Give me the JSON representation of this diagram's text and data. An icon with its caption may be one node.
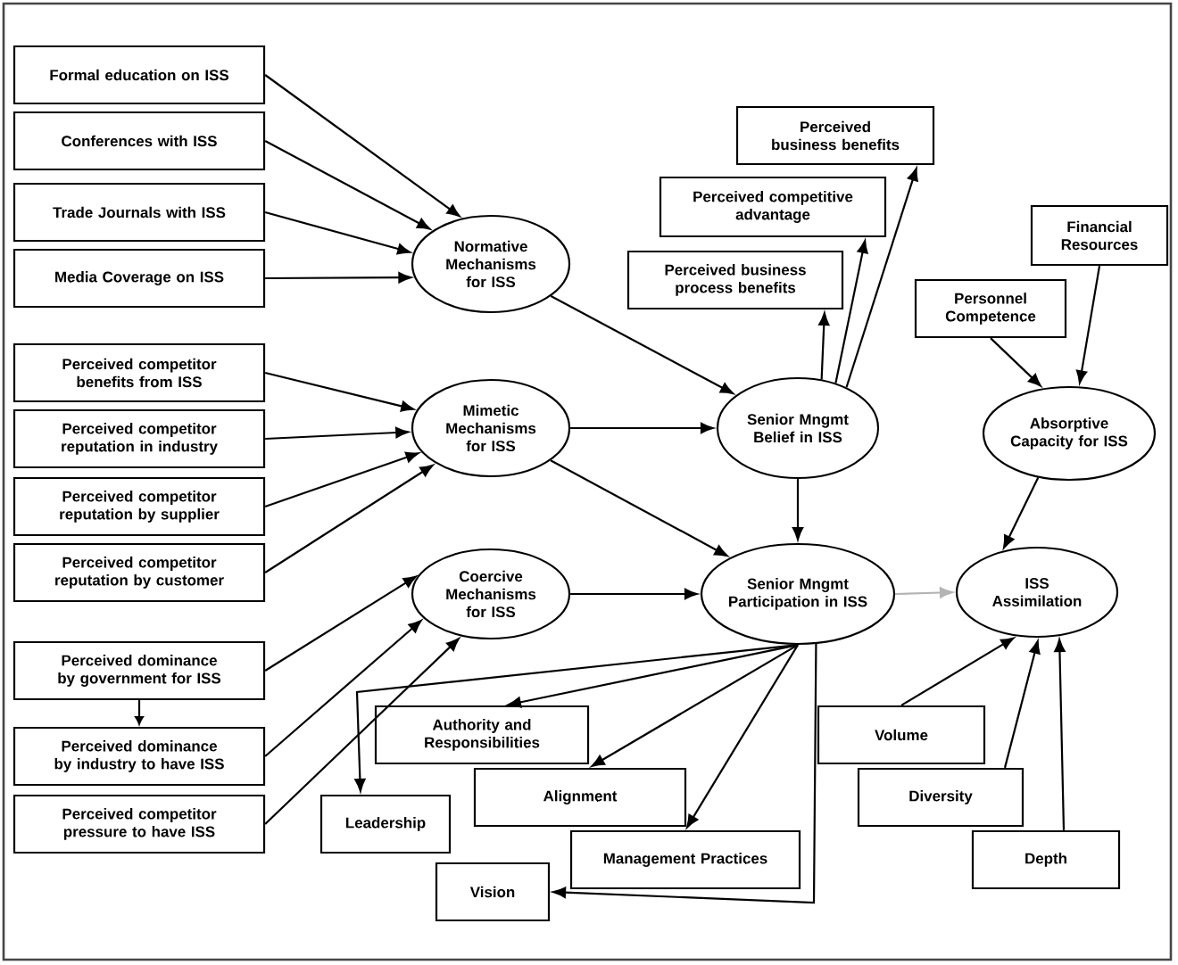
{
  "diagram": {
    "nodes": [
      {
        "text": [
          "Formal education on ISS"
        ]
      },
      {
        "text": [
          "Conferences with ISS"
        ]
      },
      {
        "text": [
          "Trade Journals with ISS"
        ]
      },
      {
        "text": [
          "Media Coverage on ISS"
        ]
      },
      {
        "text": [
          "Normative Mechanisms for ISS"
        ]
      },
      {
        "text": [
          "Perceived competitor benefits from ISS"
        ]
      },
      {
        "text": [
          "Perceived competitor reputation in industry"
        ]
      },
      {
        "text": [
          "Perceived competitor reputation by supplier"
        ]
      },
      {
        "text": [
          "Perceived competitor reputation by customer"
        ]
      },
      {
        "text": [
          "Mimetic Mechanisms for ISS"
        ]
      },
      {
        "text": [
          "Perceived dominance by government for ISS"
        ]
      },
      {
        "text": [
          "Perceived dominance by industry to have ISS"
        ]
      },
      {
        "text": [
          "Perceived competitor pressure to have ISS"
        ]
      },
      {
        "text": [
          "Coercive Mechanisms for ISS"
        ]
      },
      {
        "text": [
          "Senior Mngmt Belief in ISS"
        ]
      },
      {
        "text": [
          "Perceived business process benefits"
        ]
      },
      {
        "text": [
          "Perceived competitive advantage"
        ]
      },
      {
        "text": [
          "Perceived business benefits"
        ]
      },
      {
        "text": [
          "Personnel Competence"
        ]
      },
      {
        "text": [
          "Financial Resources"
        ]
      },
      {
        "text": [
          "Absorptive Capacity for ISS"
        ]
      },
      {
        "text": [
          "Senior Mngmt Participation in ISS"
        ]
      },
      {
        "text": [
          "ISS Assimilation"
        ]
      },
      {
        "text": [
          "Authority and Responsibilities"
        ]
      },
      {
        "text": [
          "Leadership"
        ]
      },
      {
        "text": [
          "Alignment"
        ]
      },
      {
        "text": [
          "Vision"
        ]
      },
      {
        "text": [
          "Management Practices"
        ]
      },
      {
        "text": [
          "Volume"
        ]
      },
      {
        "text": [
          "Diversity"
        ]
      },
      {
        "text": [
          "Depth"
        ]
      }
    ],
    "edges": [
      {
        "from": 0,
        "to": 4,
        "arrow": "to"
      },
      {
        "from": 1,
        "to": 4,
        "arrow": "to"
      },
      {
        "from": 2,
        "to": 4,
        "arrow": "to"
      },
      {
        "from": 3,
        "to": 4,
        "arrow": "to"
      },
      {
        "from": 5,
        "to": 9,
        "arrow": "to"
      },
      {
        "from": 6,
        "to": 9,
        "arrow": "to"
      },
      {
        "from": 7,
        "to": 9,
        "arrow": "to"
      },
      {
        "from": 8,
        "to": 9,
        "arrow": "to"
      },
      {
        "from": 10,
        "to": 13,
        "arrow": "to"
      },
      {
        "from": 11,
        "to": 13,
        "arrow": "to"
      },
      {
        "from": 12,
        "to": 13,
        "arrow": "to"
      },
      {
        "from": 10,
        "to": 11,
        "arrow": "to"
      },
      {
        "from": 4,
        "to": 14,
        "arrow": "to"
      },
      {
        "from": 9,
        "to": 14,
        "arrow": "to"
      },
      {
        "from": 9,
        "to": 21,
        "arrow": "to"
      },
      {
        "from": 13,
        "to": 21,
        "arrow": "to"
      },
      {
        "from": 14,
        "to": 15,
        "arrow": "to"
      },
      {
        "from": 14,
        "to": 16,
        "arrow": "to"
      },
      {
        "from": 14,
        "to": 17,
        "arrow": "to"
      },
      {
        "from": 14,
        "to": 21,
        "arrow": "to"
      },
      {
        "from": 18,
        "to": 20,
        "arrow": "to"
      },
      {
        "from": 19,
        "to": 20,
        "arrow": "to"
      },
      {
        "from": 20,
        "to": 22,
        "arrow": "to"
      },
      {
        "from": 21,
        "to": 22,
        "arrow": "to",
        "color": "#b4b4b4"
      },
      {
        "from": 21,
        "to": 23,
        "arrow": "to"
      },
      {
        "from": 21,
        "to": 24,
        "arrow": "to"
      },
      {
        "from": 21,
        "to": 25,
        "arrow": "to"
      },
      {
        "from": 21,
        "to": 26,
        "arrow": "to"
      },
      {
        "from": 21,
        "to": 27,
        "arrow": "to"
      },
      {
        "from": 28,
        "to": 22,
        "arrow": "to"
      },
      {
        "from": 29,
        "to": 22,
        "arrow": "to"
      },
      {
        "from": 30,
        "to": 22,
        "arrow": "to"
      }
    ]
  }
}
